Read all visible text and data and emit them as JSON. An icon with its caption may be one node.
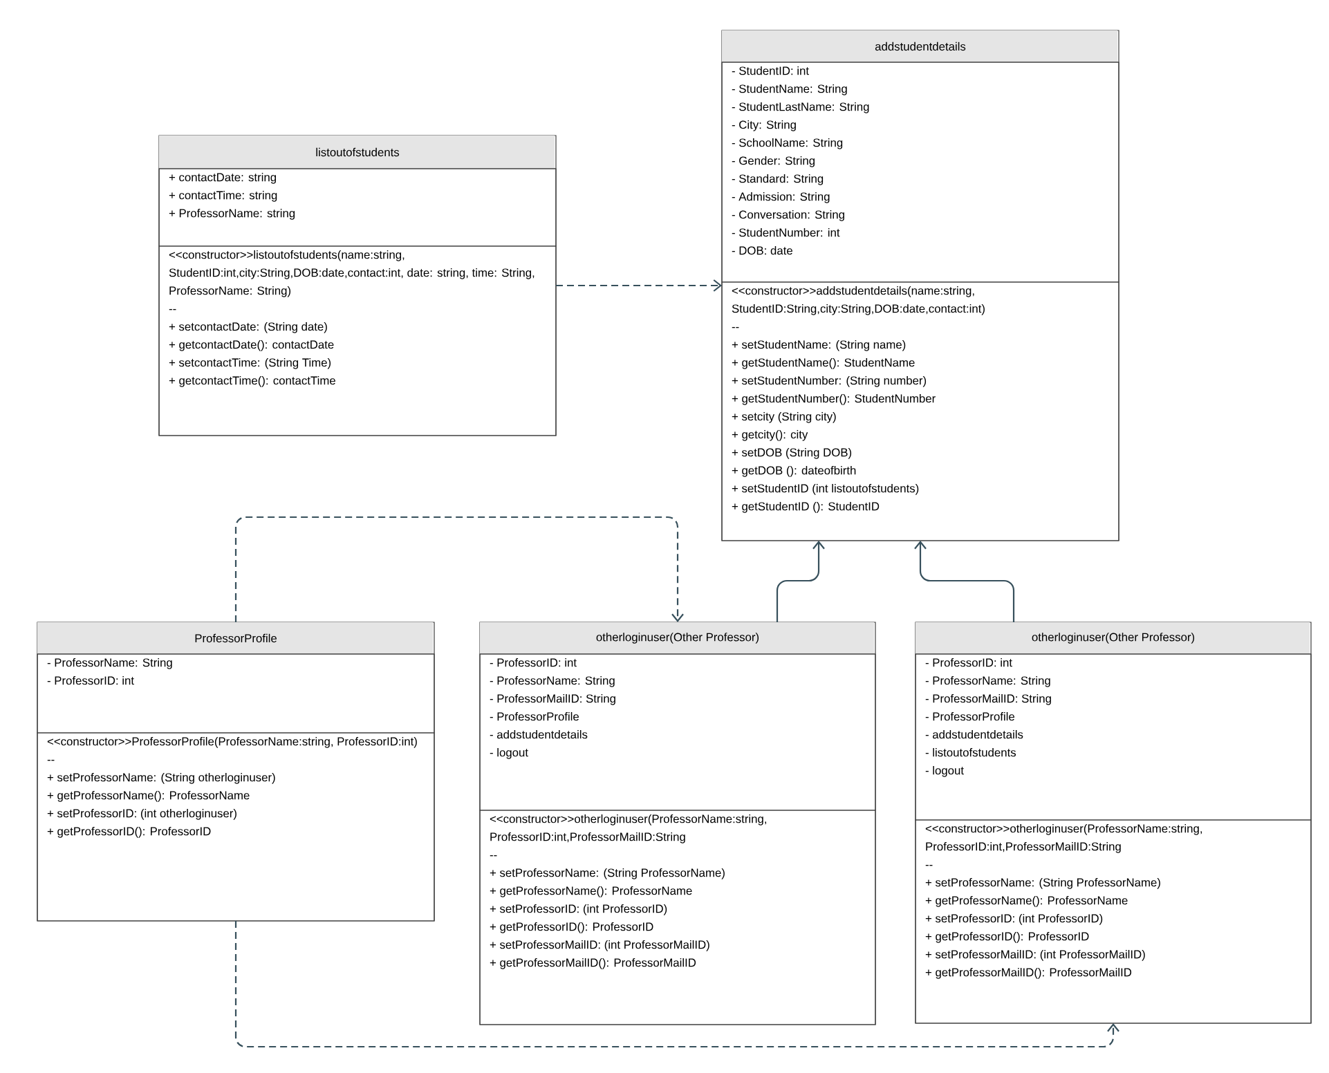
{
  "diagram": {
    "nodes": [
      {
        "text": [
          "listoutofstudents"
        ]
      },
      {
        "text": [
          "+ contactDate: string",
          "+ contactTime: string",
          "+ ProfessorName: string"
        ],
        "in": 0
      },
      {
        "text": [
          "<<constructor>>listoutofstudents(name:string, StudentID:int,city:String,DOB:date,contact:int, date: string, time: String, ProfessorName: String)",
          "--",
          "+ setcontactDate: (String date)",
          "+ getcontactDate(): contactDate",
          "+ setcontactTime: (String Time)",
          "+ getcontactTime(): contactTime"
        ],
        "in": 0
      },
      {
        "text": [
          "addstudentdetails"
        ]
      },
      {
        "text": [
          "- StudentID: int",
          "- StudentName: String",
          "- StudentLastName: String",
          "- City: String",
          "- SchoolName: String",
          "- Gender: String",
          "- Standard: String",
          "- Admission: String",
          "- Conversation: String",
          "- StudentNumber: int",
          "- DOB: date"
        ],
        "in": 3
      },
      {
        "text": [
          "<<constructor>>addstudentdetails(name:string, StudentID:String,city:String,DOB:date,contact:int)",
          "--",
          "+ setStudentName: (String name)",
          "+ getStudentName(): StudentName",
          "+ setStudentNumber: (String number)",
          "+ getStudentNumber(): StudentNumber",
          "+ setcity (String city)",
          "+ getcity(): city",
          "+ setDOB (String DOB)",
          "+ getDOB (): dateofbirth",
          "+ setStudentID (int listoutofstudents)",
          "+ getStudentID (): StudentID"
        ],
        "in": 3
      },
      {
        "text": [
          "ProfessorProfile"
        ]
      },
      {
        "text": [
          "- ProfessorName: String",
          "- ProfessorID: int"
        ],
        "in": 6
      },
      {
        "text": [
          "<<constructor>>ProfessorProfile(ProfessorName:string, ProfessorID:int)",
          "--",
          "+ setProfessorName: (String otherloginuser)",
          "+ getProfessorName(): ProfessorName",
          "+ setProfessorID: (int otherloginuser)",
          "+ getProfessorID(): ProfessorID"
        ],
        "in": 6
      },
      {
        "text": [
          "otherloginuser(Other Professor)"
        ]
      },
      {
        "text": [
          "- ProfessorID: int",
          "- ProfessorName: String",
          "- ProfessorMailID: String",
          "- ProfessorProfile",
          "- addstudentdetails",
          "- logout"
        ],
        "in": 9
      },
      {
        "text": [
          "<<constructor>>otherloginuser(ProfessorName:string, ProfessorID:int,ProfessorMailID:String",
          "--",
          "+ setProfessorName: (String ProfessorName)",
          "+ getProfessorName(): ProfessorName",
          "+ setProfessorID: (int ProfessorID)",
          "+ getProfessorID(): ProfessorID",
          "+ setProfessorMailID: (int ProfessorMailID)",
          "+ getProfessorMailID(): ProfessorMailID"
        ],
        "in": 9
      },
      {
        "text": [
          "otherloginuser(Other Professor)"
        ]
      },
      {
        "text": [
          "- ProfessorID: int",
          "- ProfessorName: String",
          "- ProfessorMailID: String",
          "- ProfessorProfile",
          "- addstudentdetails",
          "- listoutofstudents",
          "- logout"
        ],
        "in": 12
      },
      {
        "text": [
          "<<constructor>>otherloginuser(ProfessorName:string, ProfessorID:int,ProfessorMailID:String",
          "--",
          "+ setProfessorName: (String ProfessorName)",
          "+ getProfessorName(): ProfessorName",
          "+ setProfessorID: (int ProfessorID)",
          "+ getProfessorID(): ProfessorID",
          "+ setProfessorMailID: (int ProfessorMailID)",
          "+ getProfessorMailID(): ProfessorMailID"
        ],
        "in": 12
      }
    ],
    "edges": [
      {
        "from": 0,
        "to": 3,
        "arrow": "to",
        "style": "dashed"
      },
      {
        "from": 6,
        "to": 9,
        "arrow": "to",
        "style": "dashed"
      },
      {
        "from": 6,
        "to": 12,
        "arrow": "to",
        "style": "dashed"
      },
      {
        "from": 9,
        "to": 3,
        "arrow": "to"
      },
      {
        "from": 12,
        "to": 3,
        "arrow": "to"
      }
    ]
  }
}
